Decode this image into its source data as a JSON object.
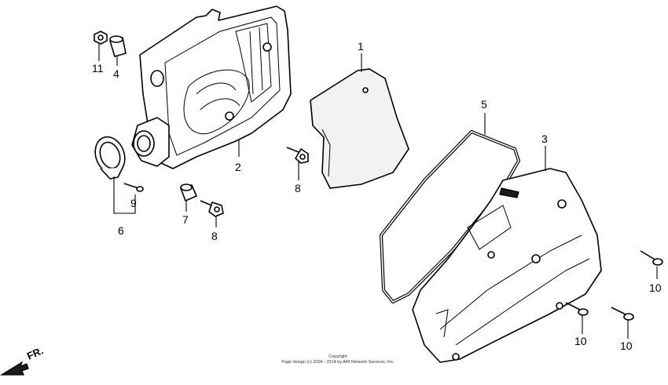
{
  "callouts": {
    "c1": "1",
    "c2": "2",
    "c3": "3",
    "c4": "4",
    "c5": "5",
    "c6": "6",
    "c7": "7",
    "c8a": "8",
    "c8b": "8",
    "c9": "9",
    "c10a": "10",
    "c10b": "10",
    "c10c": "10",
    "c11": "11"
  },
  "direction_label": "FR.",
  "copyright": {
    "line1": "Copyright",
    "line2": "Page design (c) 2004 - 2014 by ARI Network Services, Inc."
  }
}
